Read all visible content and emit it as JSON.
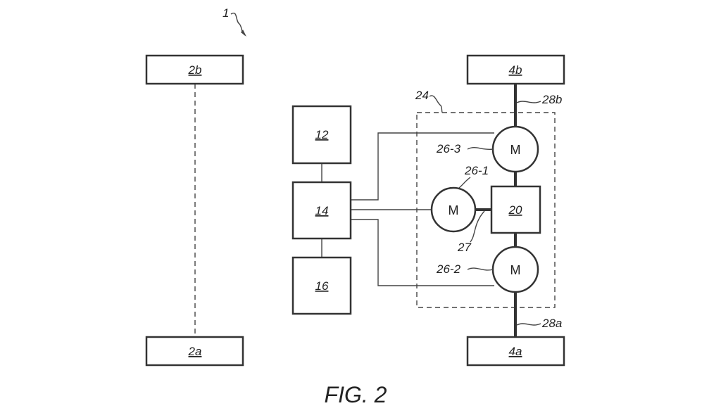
{
  "figure_caption": "FIG. 2",
  "system_ref": "1",
  "wheels": {
    "left_front": "2b",
    "left_rear": "2a",
    "right_front": "4b",
    "right_rear": "4a"
  },
  "blocks": {
    "b12": "12",
    "b14": "14",
    "b16": "16",
    "b20": "20"
  },
  "drive_unit_ref": "24",
  "motors": {
    "m1": {
      "symbol": "M",
      "ref": "26-1"
    },
    "m2": {
      "symbol": "M",
      "ref": "26-2"
    },
    "m3": {
      "symbol": "M",
      "ref": "26-3"
    }
  },
  "shafts": {
    "front": "28b",
    "rear": "28a",
    "coupling": "27"
  }
}
